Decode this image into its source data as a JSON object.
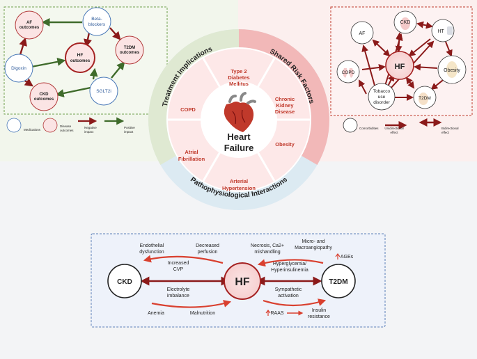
{
  "center": {
    "line1": "Heart",
    "line2": "Failure"
  },
  "ring": {
    "treatment": "Treatment Implications",
    "shared": "Shared Risk Factors",
    "patho": "Pathophysiological Interactions"
  },
  "wheel": {
    "t2dm": [
      "Type 2",
      "Diabetes",
      "Mellitus"
    ],
    "ckd": [
      "Chronic",
      "Kidney",
      "Disease"
    ],
    "obesity": "Obesity",
    "hypertension": [
      "Arterial",
      "Hypertension"
    ],
    "af": [
      "Atrial",
      "Fibrillation"
    ],
    "copd": "COPD"
  },
  "treatment_panel": {
    "af": [
      "AF",
      "outcomes"
    ],
    "beta": [
      "Beta-",
      "blockers"
    ],
    "hf": [
      "HF",
      "outcomes"
    ],
    "t2dm": [
      "T2DM",
      "outcomes"
    ],
    "digoxin": "Digoxin",
    "sglt2i": "SGLT2i",
    "ckd": [
      "CKD",
      "outcomes"
    ],
    "legend": {
      "medications": "Medications",
      "disease": [
        "Disease",
        "outcomes"
      ],
      "negative": [
        "Negative",
        "impact"
      ],
      "positive": [
        "Positive",
        "impact"
      ]
    }
  },
  "risk_panel": {
    "af": "AF",
    "ckd": "CKD",
    "ht": "HT",
    "hf": "HF",
    "copd": "COPD",
    "obesity": "Obesity",
    "tobacco": [
      "Tobacco",
      "use",
      "disorder"
    ],
    "t2dm": "T2DM",
    "legend": {
      "comorbidities": "Comorbidities",
      "uni": [
        "Unidirectional",
        "effect"
      ],
      "bi": [
        "Bidirectional",
        "effect"
      ]
    }
  },
  "patho_panel": {
    "ckd": "CKD",
    "hf": "HF",
    "t2dm": "T2DM",
    "endothelial": [
      "Endothelial",
      "dysfunction"
    ],
    "perfusion": [
      "Decreased",
      "perfusion"
    ],
    "cvp": [
      "Increased",
      "CVP"
    ],
    "electrolyte": [
      "Electrolyte",
      "imbalance"
    ],
    "anemia": "Anemia",
    "malnutrition": "Malnutrition",
    "necrosis": [
      "Necrosis, Ca2+",
      "mishandling"
    ],
    "angiopathy": [
      "Micro- and",
      "Macroangiopathy"
    ],
    "ages": "AGEs",
    "hyperglycemia": [
      "Hyperglycemia/",
      "Hyperinsulinemia"
    ],
    "sympathetic": [
      "Sympathetic",
      "activation"
    ],
    "raas": "RAAS",
    "insulin": [
      "Insulin",
      "resistance"
    ]
  },
  "colors": {
    "dark_red": "#8b1a1a",
    "red": "#c0392b",
    "green": "#3f6b2b",
    "blue_stroke": "#4a79b8",
    "pink": "#fbe4e4"
  }
}
